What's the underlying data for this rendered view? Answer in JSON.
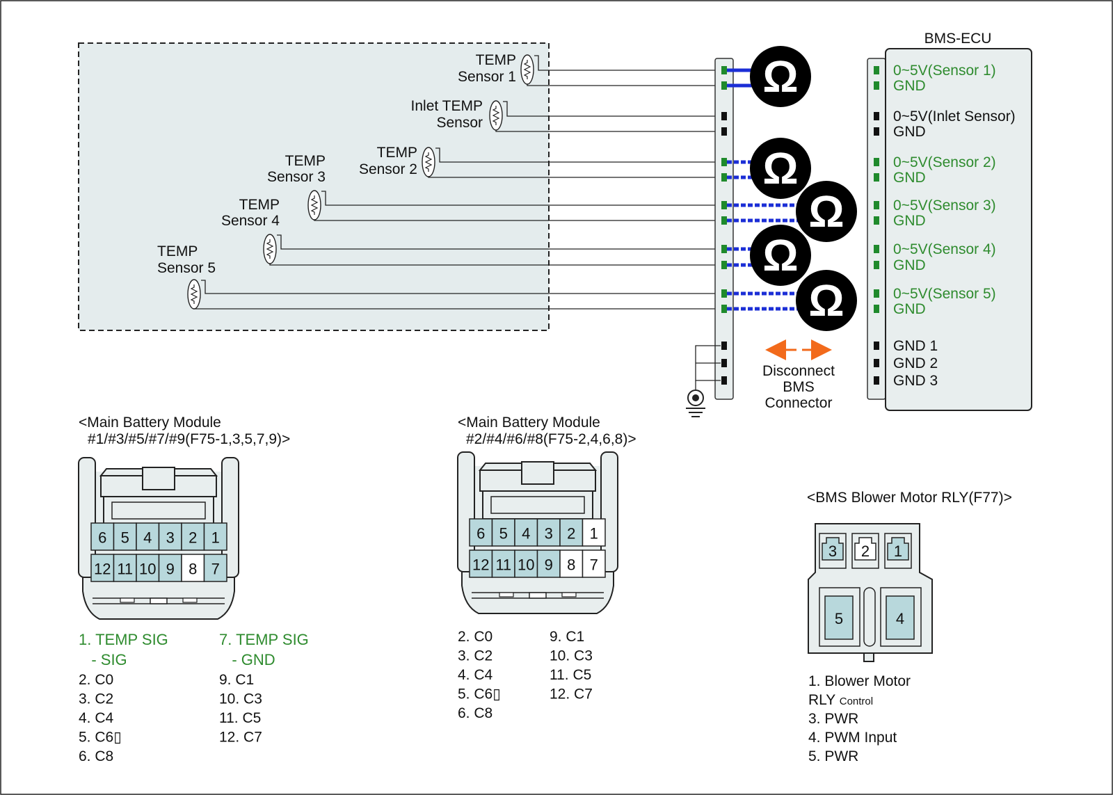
{
  "colors": {
    "module_fill": "#e4eced",
    "pin_teal": "#b8d8dc",
    "pin_blank": "#ffffff",
    "green_text": "#2e8b2e",
    "green_pin": "#1f8a2c",
    "probe_blue": "#1b2ed6",
    "arrow_orange": "#f26a1b",
    "connector_fill": "#e8eeee"
  },
  "sensors": [
    {
      "line1": "TEMP",
      "line2": "Sensor 1"
    },
    {
      "line1": "Inlet TEMP",
      "line2": "Sensor"
    },
    {
      "line1": "TEMP",
      "line2": "Sensor 2"
    },
    {
      "line1": "TEMP",
      "line2": "Sensor 3"
    },
    {
      "line1": "TEMP",
      "line2": "Sensor 4"
    },
    {
      "line1": "TEMP",
      "line2": "Sensor 5"
    }
  ],
  "ecu": {
    "title": "BMS-ECU",
    "pins": [
      {
        "label": "0~5V(Sensor 1)",
        "highlight": true
      },
      {
        "label": "GND",
        "highlight": true
      },
      {
        "label": "0~5V(Inlet Sensor)",
        "highlight": false
      },
      {
        "label": "GND",
        "highlight": false
      },
      {
        "label": "0~5V(Sensor 2)",
        "highlight": true
      },
      {
        "label": "GND",
        "highlight": true
      },
      {
        "label": "0~5V(Sensor 3)",
        "highlight": true
      },
      {
        "label": "GND",
        "highlight": true
      },
      {
        "label": "0~5V(Sensor 4)",
        "highlight": true
      },
      {
        "label": "GND",
        "highlight": true
      },
      {
        "label": "0~5V(Sensor 5)",
        "highlight": true
      },
      {
        "label": "GND",
        "highlight": true
      },
      {
        "label": "GND 1",
        "highlight": false
      },
      {
        "label": "GND 2",
        "highlight": false
      },
      {
        "label": "GND 3",
        "highlight": false
      }
    ]
  },
  "ohm_symbol": "Ω",
  "disconnect_label": [
    "Disconnect",
    "BMS",
    "Connector"
  ],
  "connector_a": {
    "title1": "<Main Battery Module",
    "title2": "#1/#3/#5/#7/#9(F75-1,3,5,7,9)>",
    "row1": [
      "6",
      "5",
      "4",
      "3",
      "2",
      "1"
    ],
    "row2": [
      "12",
      "11",
      "10",
      "9",
      "8",
      "7"
    ],
    "row1_teal": [
      true,
      true,
      true,
      true,
      true,
      true
    ],
    "row2_teal": [
      true,
      true,
      true,
      true,
      false,
      true
    ],
    "legend_green": [
      [
        "1. TEMP SIG",
        "   - SIG"
      ],
      [
        "7. TEMP SIG",
        "   - GND"
      ]
    ],
    "legend_left": [
      "2. C0",
      "3. C2",
      "4. C4",
      "5. C6\u0000",
      "6. C8"
    ],
    "legend_right": [
      "9. C1",
      "10. C3",
      "11. C5",
      "12. C7"
    ]
  },
  "connector_b": {
    "title1": "<Main Battery Module",
    "title2": "#2/#4/#6/#8(F75-2,4,6,8)>",
    "row1": [
      "6",
      "5",
      "4",
      "3",
      "2",
      "1"
    ],
    "row2": [
      "12",
      "11",
      "10",
      "9",
      "8",
      "7"
    ],
    "row1_teal": [
      true,
      true,
      true,
      true,
      true,
      false
    ],
    "row2_teal": [
      true,
      true,
      true,
      true,
      false,
      false
    ],
    "legend_left": [
      "2. C0",
      "3. C2",
      "4. C4",
      "5. C6\u0000",
      "6. C8"
    ],
    "legend_right": [
      "9. C1",
      "10. C3",
      "11. C5",
      "12. C7"
    ]
  },
  "blower": {
    "title": "<BMS Blower Motor RLY(F77)>",
    "top_pins": [
      "3",
      "2",
      "1"
    ],
    "bottom_pins": [
      "5",
      "4"
    ],
    "legend": [
      {
        "main": "1. Blower Motor",
        "sub": ""
      },
      {
        "main": "   RLY ",
        "sub": "Control"
      },
      {
        "main": "3. PWR",
        "sub": ""
      },
      {
        "main": "4. PWM Input",
        "sub": ""
      },
      {
        "main": "5. PWR",
        "sub": ""
      }
    ]
  }
}
